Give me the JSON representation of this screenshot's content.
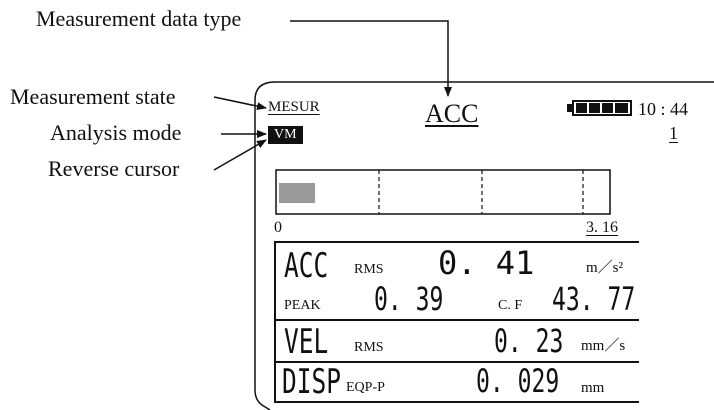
{
  "callouts": {
    "data_type": "Measurement data type",
    "state": "Measurement state",
    "mode": "Analysis mode",
    "cursor": "Reverse cursor"
  },
  "header": {
    "state": "MESUR",
    "mode": "VM",
    "data_type": "ACC",
    "time": "10 : 44",
    "page": "1",
    "battery_bars": 4
  },
  "bar": {
    "min_label": "0",
    "max_label": "3. 16",
    "fill_fraction": 0.11
  },
  "rows": {
    "acc": {
      "name": "ACC",
      "rms_label": "RMS",
      "rms_value": "0. 41",
      "unit": "m／s²",
      "peak_label": "PEAK",
      "peak_value": "0. 39",
      "cf_label": "C. F",
      "cf_value": "43. 77"
    },
    "vel": {
      "name": "VEL",
      "label": "RMS",
      "value": "0. 23",
      "unit": "mm／s"
    },
    "disp": {
      "name": "DISP",
      "label": "EQP-P",
      "value": "0. 029",
      "unit": "mm"
    }
  }
}
